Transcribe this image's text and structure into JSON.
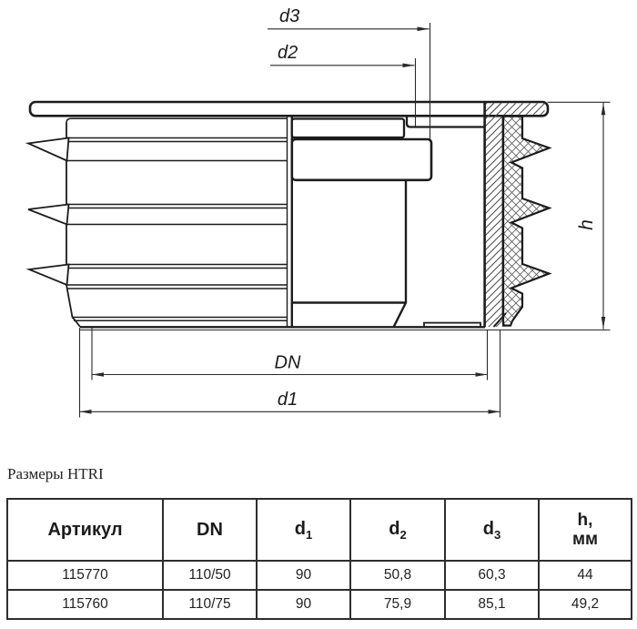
{
  "drawing": {
    "labels": {
      "d3": "d3",
      "d2": "d2",
      "dn": "DN",
      "d1": "d1",
      "h": "h"
    }
  },
  "table": {
    "title": "Размеры HTRI",
    "columns": [
      {
        "label": "Артикул"
      },
      {
        "label": "DN"
      },
      {
        "base": "d",
        "sub": "1"
      },
      {
        "base": "d",
        "sub": "2"
      },
      {
        "base": "d",
        "sub": "3"
      },
      {
        "line1": "h,",
        "line2": "мм"
      }
    ],
    "rows": [
      [
        "115770",
        "110/50",
        "90",
        "50,8",
        "60,3",
        "44"
      ],
      [
        "115760",
        "110/75",
        "90",
        "75,9",
        "85,1",
        "49,2"
      ]
    ]
  }
}
